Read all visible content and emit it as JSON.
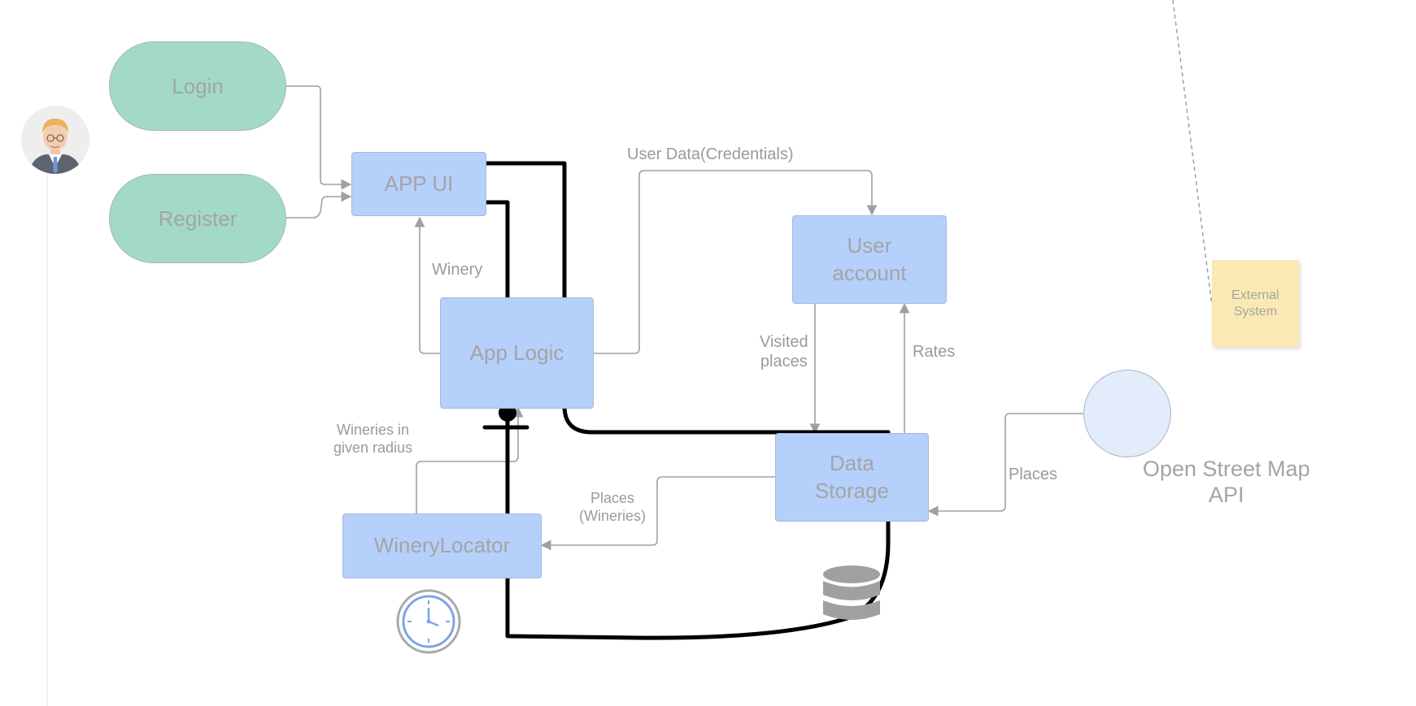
{
  "nodes": {
    "login": "Login",
    "register": "Register",
    "app_ui": "APP UI",
    "app_logic": "App Logic",
    "user_account": "User\naccount",
    "data_storage": "Data\nStorage",
    "winery_locator": "WineryLocator",
    "external_system": "External\nSystem",
    "osm_api": "Open Street Map\nAPI"
  },
  "edge_labels": {
    "user_data": "User Data(Credentials)",
    "winery": "Winery",
    "visited_places": "Visited\nplaces",
    "rates": "Rates",
    "wineries_radius": "Wineries in\ngiven radius",
    "places_wineries": "Places\n(Wineries)",
    "places": "Places"
  },
  "icons": {
    "user": "user-avatar-icon",
    "clock": "clock-icon",
    "database": "database-icon"
  },
  "colors": {
    "pill_fill": "#a3d9c8",
    "box_fill": "#b5d0fb",
    "note_fill": "#fbe9b5",
    "circle_fill": "#e3ecfb",
    "connector": "#a0a0a0",
    "ink": "#000000"
  }
}
